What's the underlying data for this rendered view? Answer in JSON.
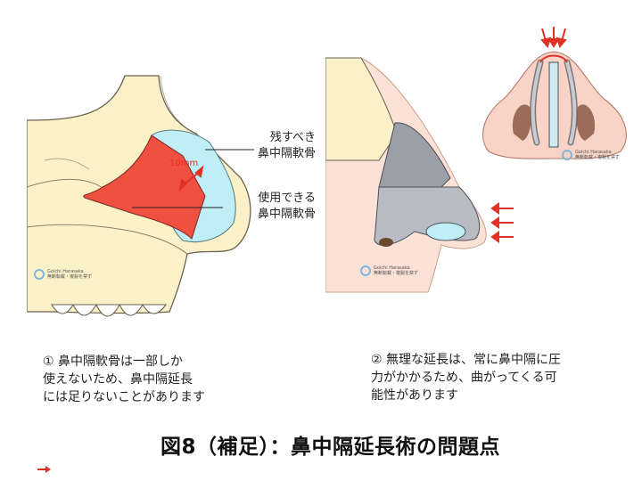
{
  "figure": {
    "title": "図8（補足）：鼻中隔延長術の問題点"
  },
  "left_panel": {
    "label_remain_line1": "残すべき",
    "label_remain_line2": "鼻中隔軟骨",
    "label_usable_line1": "使用できる",
    "label_usable_line2": "鼻中隔軟骨",
    "measure": "10mm",
    "caption_line1": "① 鼻中隔軟骨は一部しか",
    "caption_line2": "使えないため、鼻中隔延長",
    "caption_line3": "には足りないことがあります"
  },
  "right_panel": {
    "caption_line1": "② 無理な延長は、常に鼻中隔に圧",
    "caption_line2": "力がかかるため、曲がってくる可",
    "caption_line3": "能性があります"
  },
  "watermark": {
    "name": "Goichi Harasaka",
    "tagline": "無断転載・複製を禁ず"
  },
  "colors": {
    "usable_cartilage": "#f0503f",
    "remaining_cartilage": "#bfeef7",
    "bone": "#fbf1c8",
    "skin": "#fbe1d6",
    "arrow": "#e03027"
  }
}
